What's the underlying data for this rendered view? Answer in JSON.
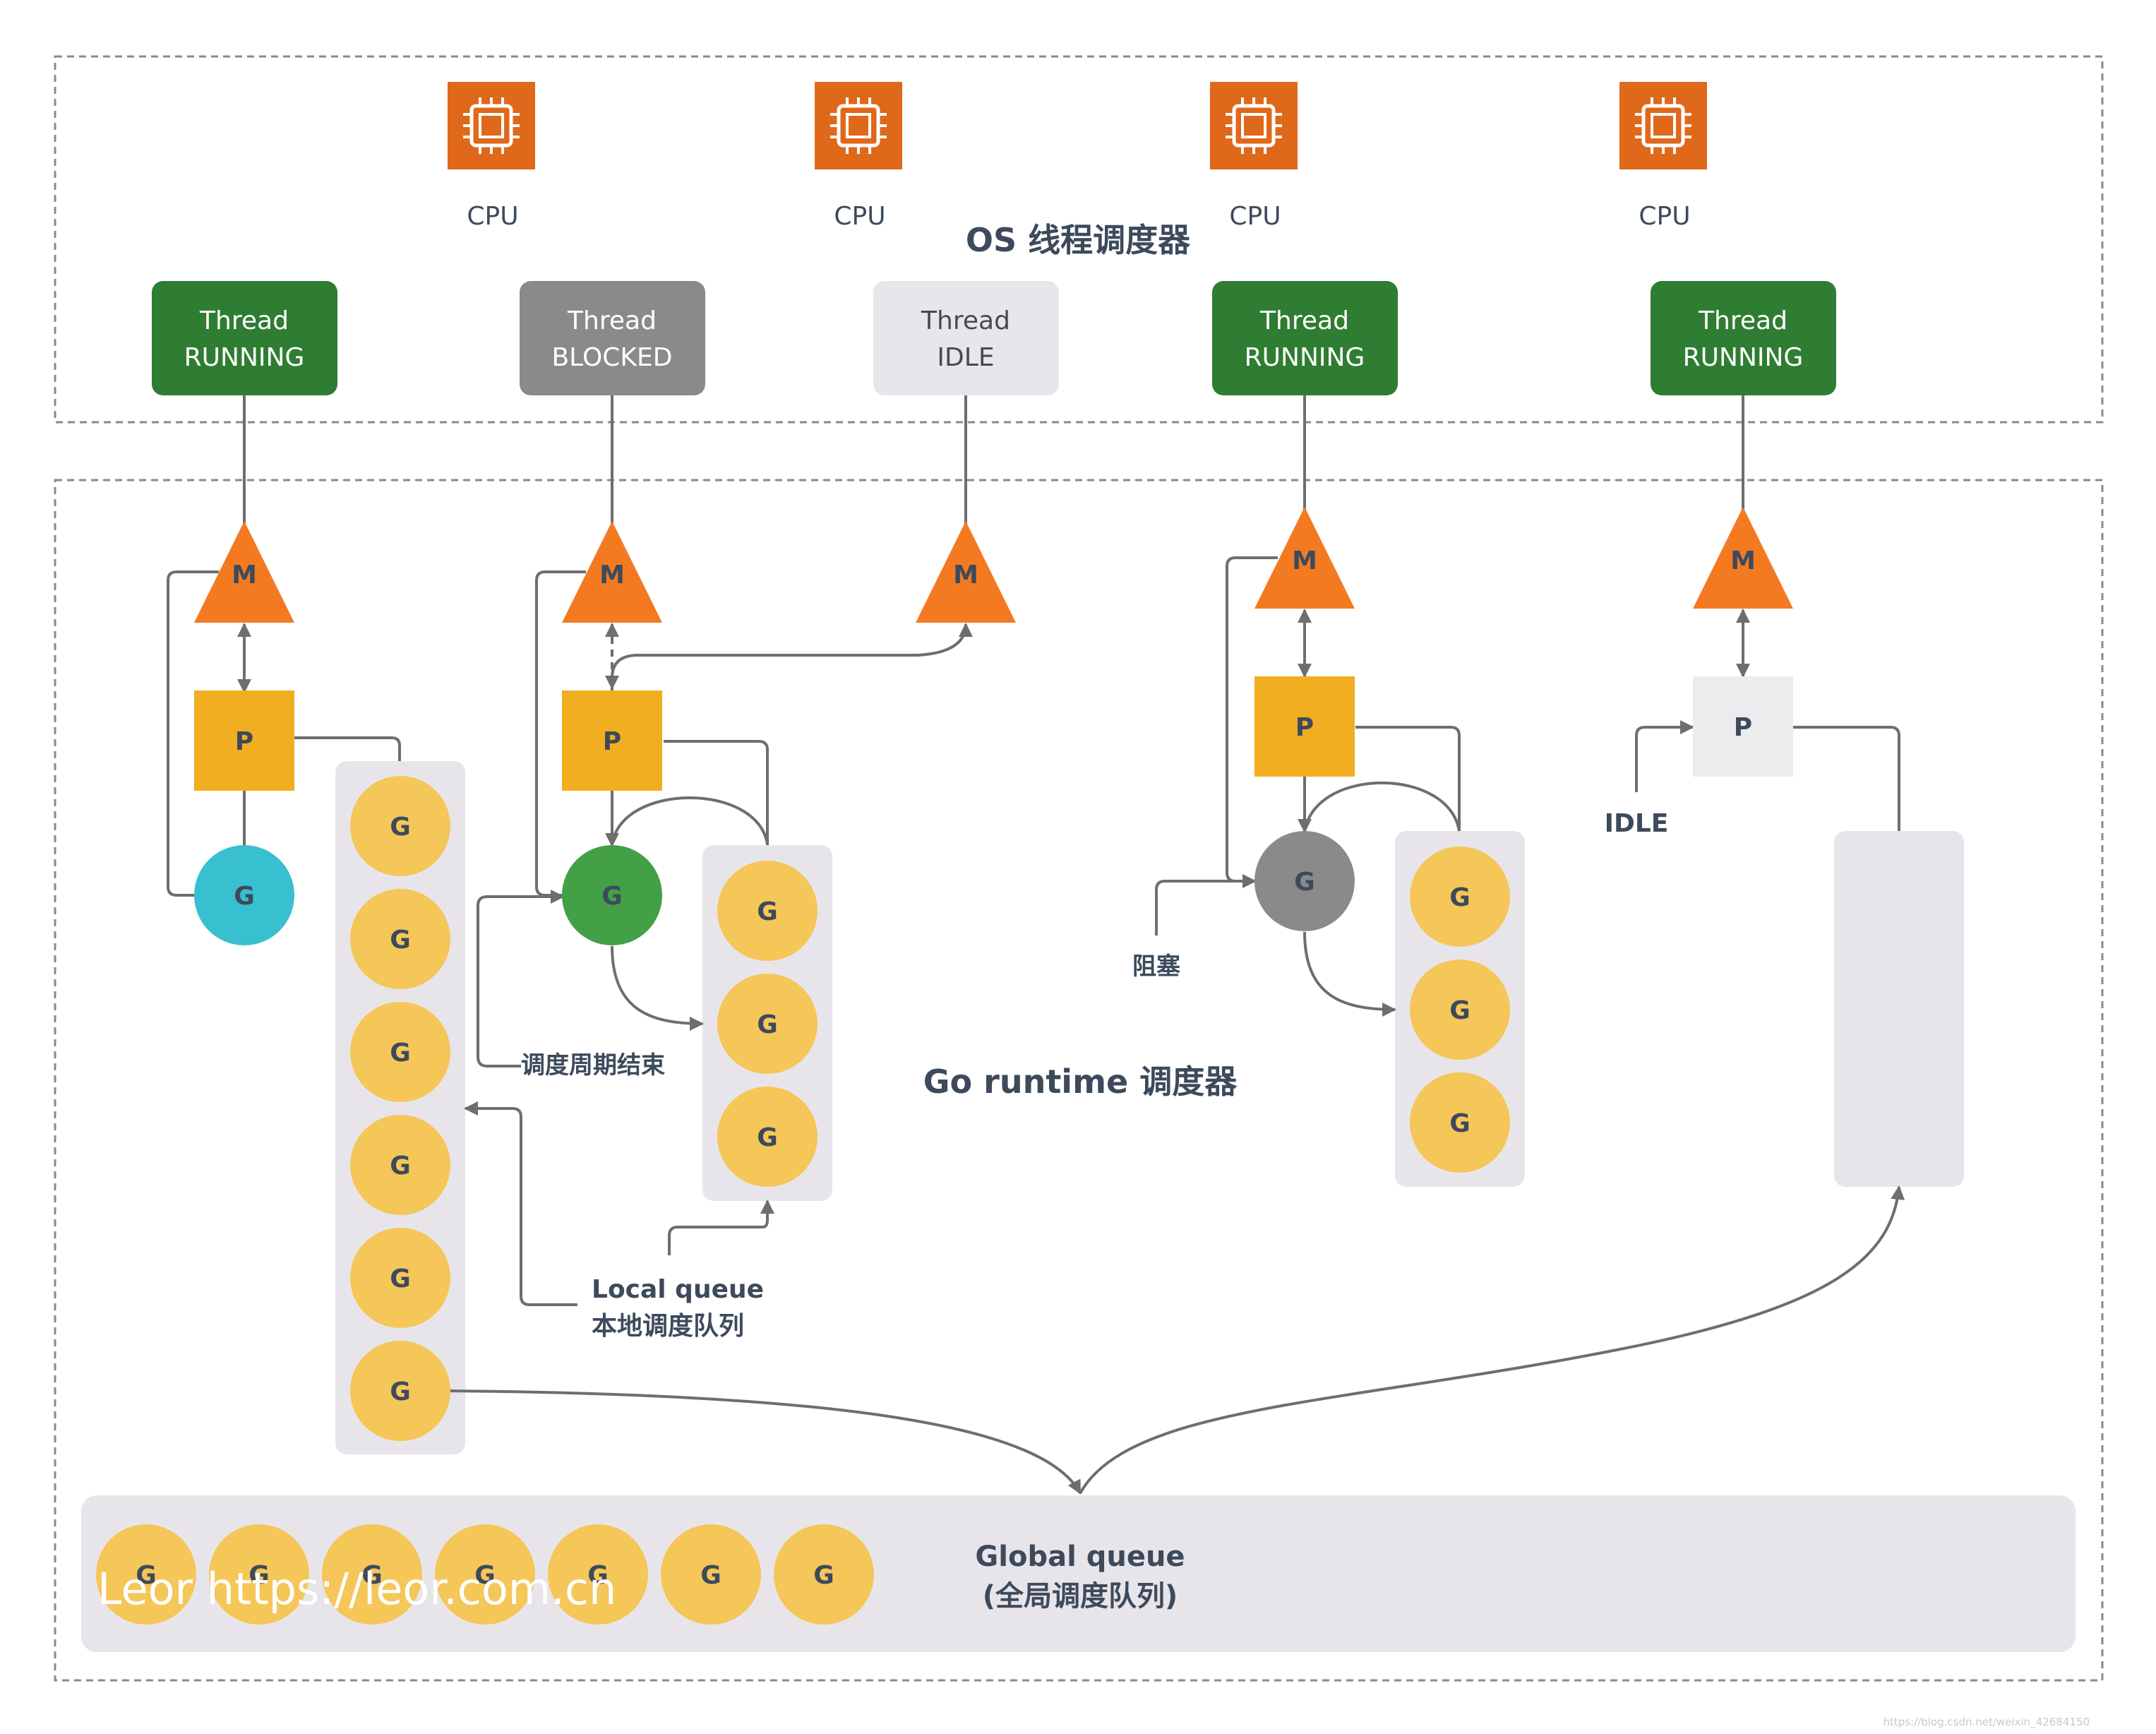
{
  "os_scheduler": {
    "title": "OS 线程调度器",
    "cpus": [
      {
        "label": "CPU",
        "icon": "cpu-chip-icon"
      },
      {
        "label": "CPU",
        "icon": "cpu-chip-icon"
      },
      {
        "label": "CPU",
        "icon": "cpu-chip-icon"
      },
      {
        "label": "CPU",
        "icon": "cpu-chip-icon"
      }
    ],
    "threads": [
      {
        "line1": "Thread",
        "line2": "RUNNING",
        "state_color": "#2e7d32"
      },
      {
        "line1": "Thread",
        "line2": "BLOCKED",
        "state_color": "#8a8a8a"
      },
      {
        "line1": "Thread",
        "line2": "IDLE",
        "state_color": "#e8e6ea"
      },
      {
        "line1": "Thread",
        "line2": "RUNNING",
        "state_color": "#2e7d32"
      },
      {
        "line1": "Thread",
        "line2": "RUNNING",
        "state_color": "#2e7d32"
      }
    ]
  },
  "runtime_scheduler": {
    "title": "Go runtime 调度器",
    "machine_label": "M",
    "processor_label": "P",
    "goroutine_label": "G",
    "annotations": {
      "cycle_end": "调度周期结束",
      "blocked": "阻塞",
      "idle": "IDLE",
      "local_queue_en": "Local queue",
      "local_queue_zh": "本地调度队列"
    }
  },
  "global_queue": {
    "title_en": "Global queue",
    "title_zh": "(全局调度队列)",
    "count": 7
  },
  "watermark": {
    "text": "Leor https://leor.com.cn",
    "corner": "https://blog.csdn.net/weixin_42684150"
  },
  "colors": {
    "cpu": "#e0681a",
    "machine": "#f47a22",
    "processor_active": "#f0ae20",
    "processor_idle": "#ecebed",
    "goroutine_queued": "#f5c658",
    "goroutine_running_cyan": "#38bfd0",
    "goroutine_running_green": "#43a047",
    "goroutine_blocked": "#8a8a8a",
    "queue_bg": "#e8e5ea"
  }
}
